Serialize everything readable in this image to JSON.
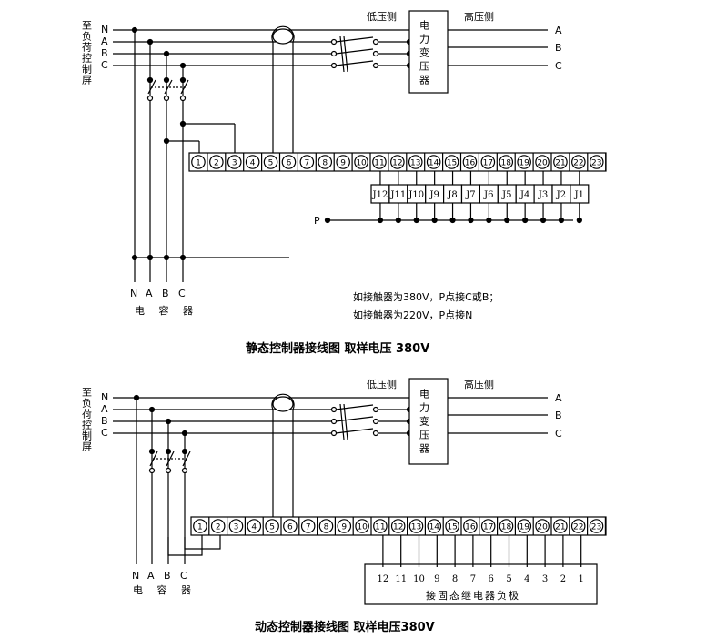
{
  "side_label": "至负荷控制屏",
  "bus_labels": [
    "N",
    "A",
    "B",
    "C"
  ],
  "low_side_label": "低压侧",
  "high_side_label": "高压侧",
  "transformer_label": "电力变压器",
  "hv_labels": [
    "A",
    "B",
    "C"
  ],
  "terminals": [
    "1",
    "2",
    "3",
    "4",
    "5",
    "6",
    "7",
    "8",
    "9",
    "10",
    "11",
    "12",
    "13",
    "14",
    "15",
    "16",
    "17",
    "18",
    "19",
    "20",
    "21",
    "22",
    "23"
  ],
  "static": {
    "relay_labels": [
      "J12",
      "J11",
      "J10",
      "J9",
      "J8",
      "J7",
      "J6",
      "J5",
      "J4",
      "J3",
      "J2",
      "J1"
    ],
    "p_label": "P",
    "note1": "如接触器为380V，P点接C或B；",
    "note2": "如接触器为220V，P点接N",
    "cap_phase_labels": [
      "N",
      "A",
      "B",
      "C"
    ],
    "cap_label": "电 容 器",
    "title": "静态控制器接线图  取样电压 380V"
  },
  "dynamic": {
    "relay_numbers": [
      "12",
      "11",
      "10",
      "9",
      "8",
      "7",
      "6",
      "5",
      "4",
      "3",
      "2",
      "1"
    ],
    "board_label": "接固态继电器负极",
    "cap_phase_labels": [
      "N",
      "A",
      "B",
      "C"
    ],
    "cap_label": "电 容 器",
    "title": "动态控制器接线图  取样电压380V"
  }
}
